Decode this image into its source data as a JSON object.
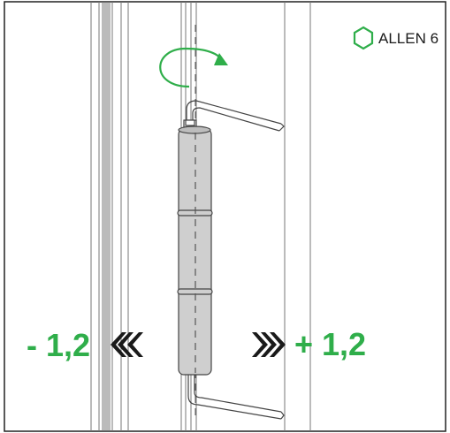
{
  "tool": {
    "label": "ALLEN 6",
    "icon": "hexagon-icon"
  },
  "adjustment": {
    "minus_label": "- 1,2",
    "plus_label": "+ 1,2",
    "left_arrow": "«",
    "right_arrow": "»"
  },
  "colors": {
    "accent": "#2fae4a",
    "line": "#444444",
    "hinge_fill": "#cfcfcf",
    "frame_border": "#222222"
  }
}
